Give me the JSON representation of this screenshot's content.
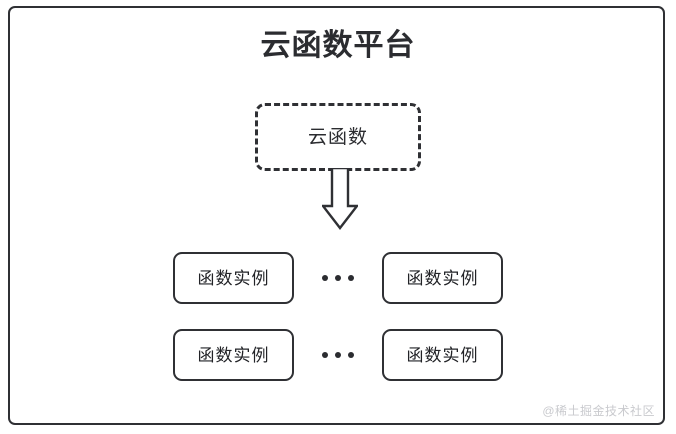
{
  "diagram": {
    "title": "云函数平台",
    "source_node": {
      "label": "云函数",
      "border_style": "dashed"
    },
    "arrow": {
      "name": "down-block-arrow",
      "direction": "down"
    },
    "instance_rows": [
      {
        "left_box_label": "函数实例",
        "ellipsis": "...",
        "right_box_label": "函数实例"
      },
      {
        "left_box_label": "函数实例",
        "ellipsis": "...",
        "right_box_label": "函数实例"
      }
    ],
    "watermark": "@稀土掘金技术社区",
    "colors": {
      "stroke": "#2f3034",
      "title_text": "#2b2c30",
      "node_text": "#222327",
      "watermark_text": "#c9cace",
      "background": "#ffffff"
    }
  }
}
